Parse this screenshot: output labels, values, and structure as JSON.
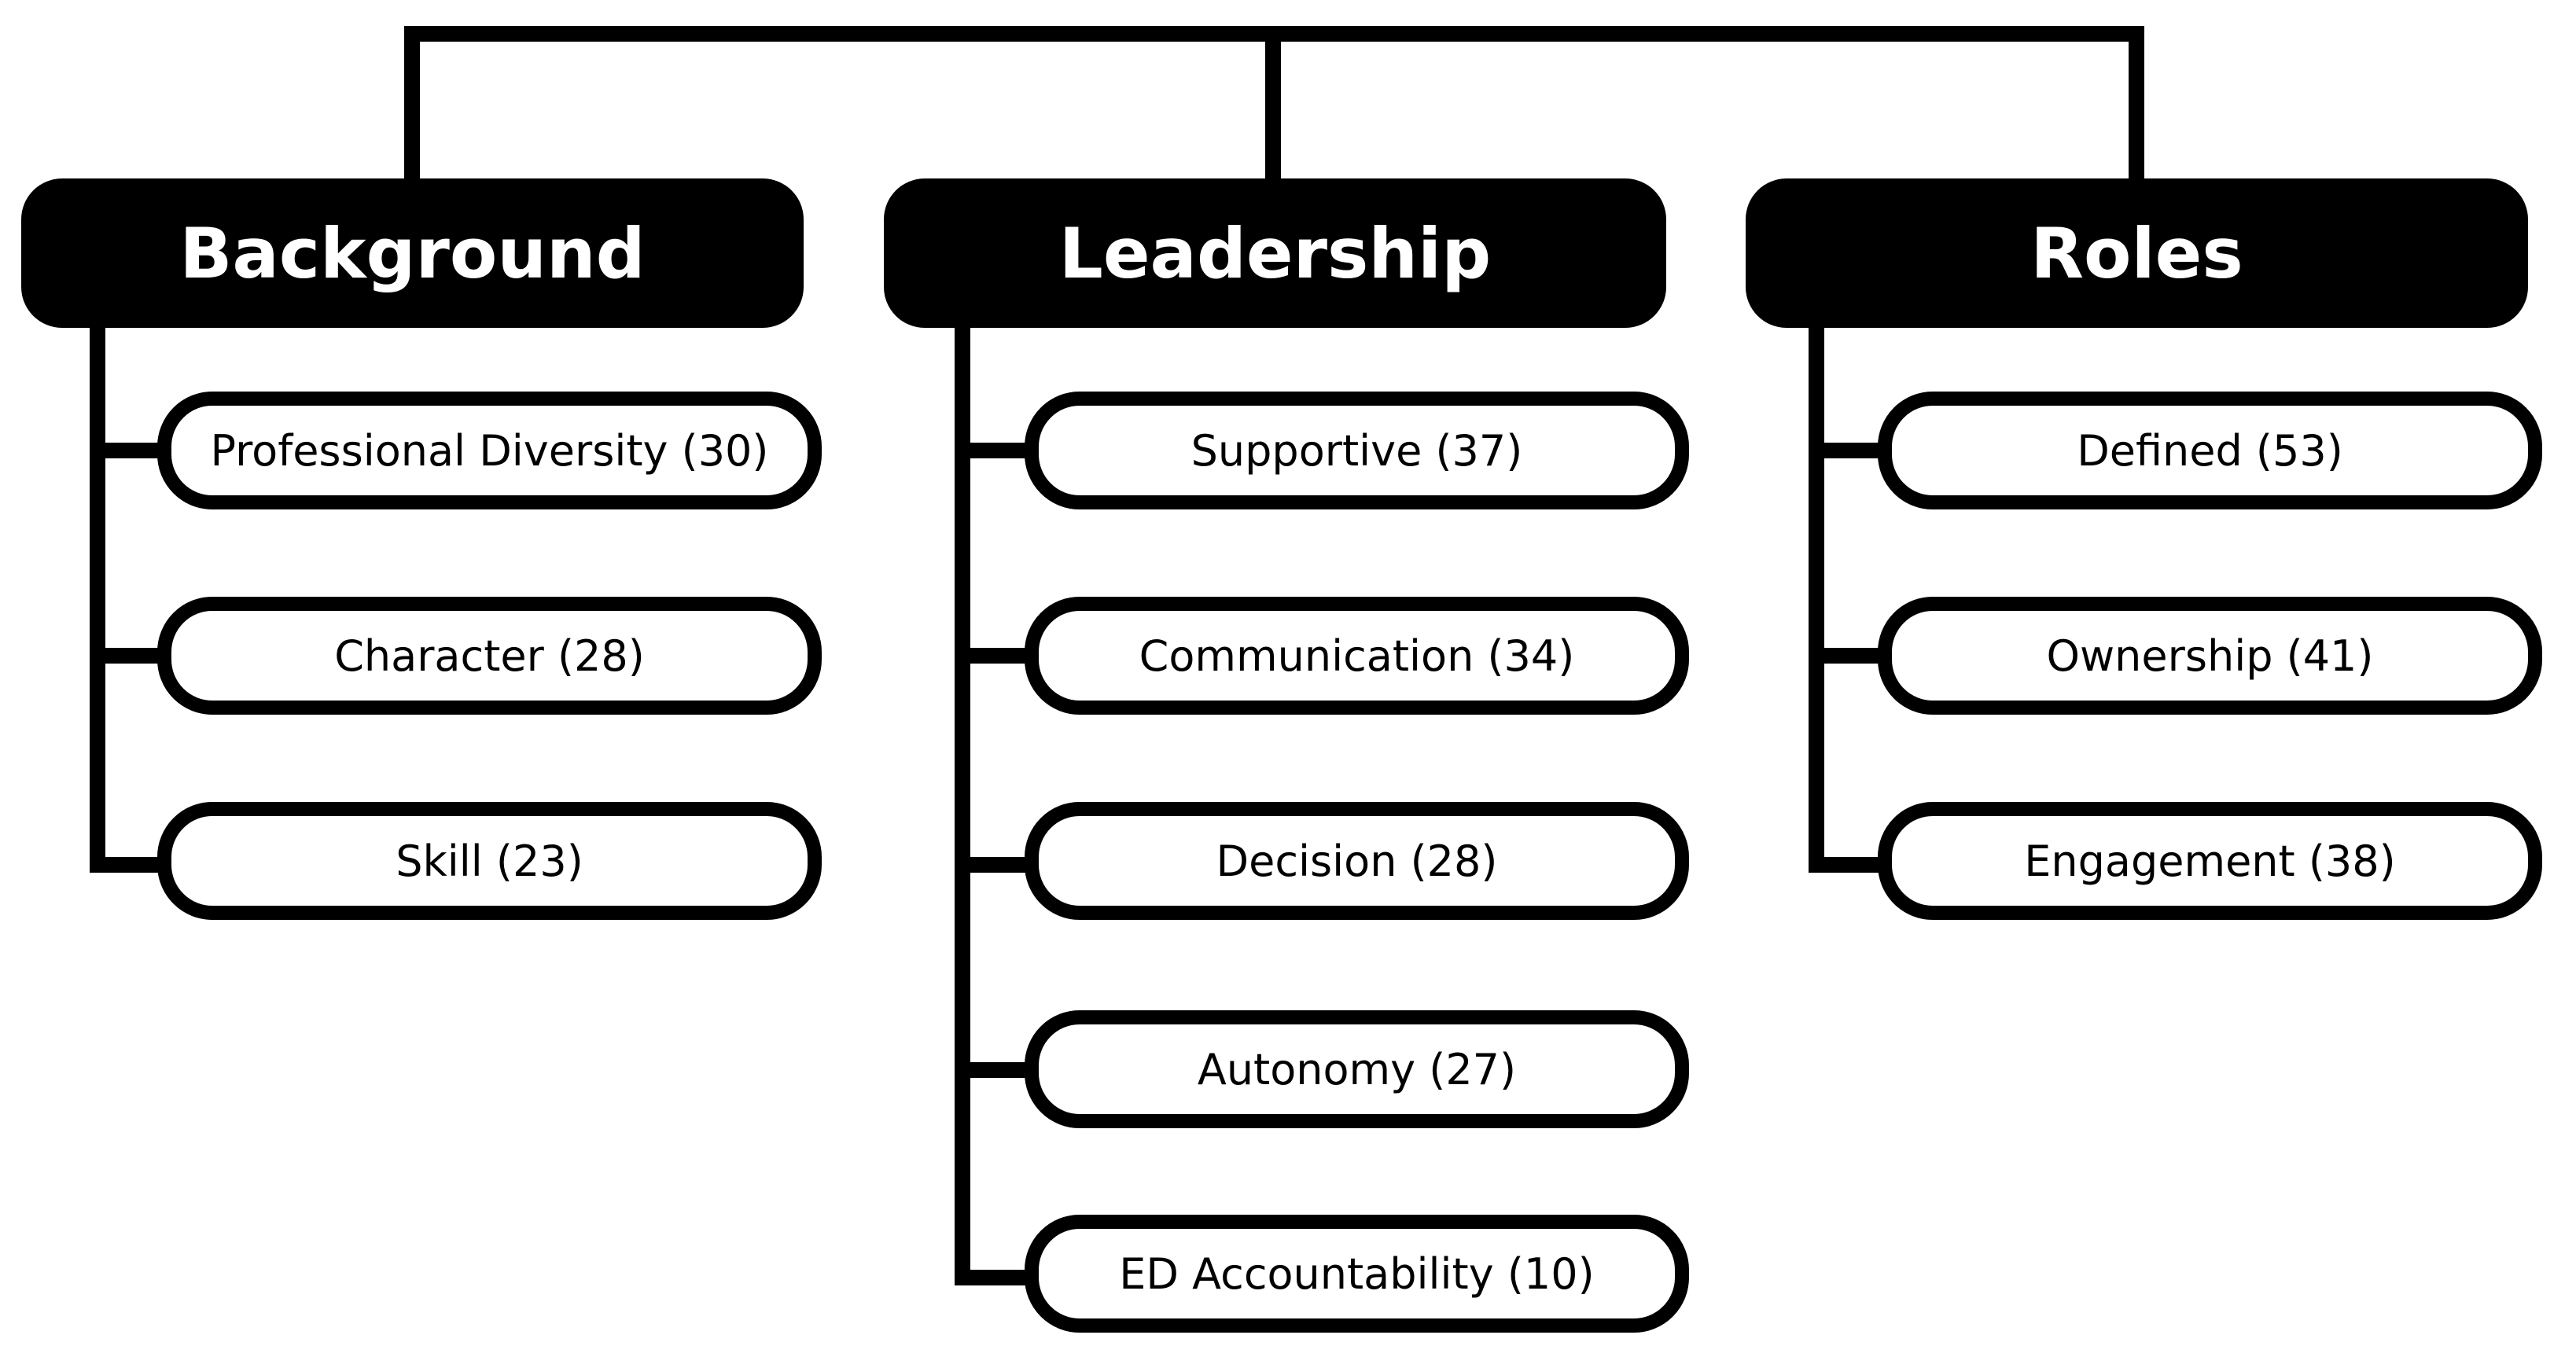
{
  "categories": [
    {
      "title": "Background",
      "items": [
        "Professional Diversity (30)",
        "Character (28)",
        "Skill (23)"
      ]
    },
    {
      "title": "Leadership",
      "items": [
        "Supportive (37)",
        "Communication (34)",
        "Decision (28)",
        "Autonomy (27)",
        "ED Accountability (10)"
      ]
    },
    {
      "title": "Roles",
      "items": [
        "Defined (53)",
        "Ownership (41)",
        "Engagement (38)"
      ]
    }
  ]
}
